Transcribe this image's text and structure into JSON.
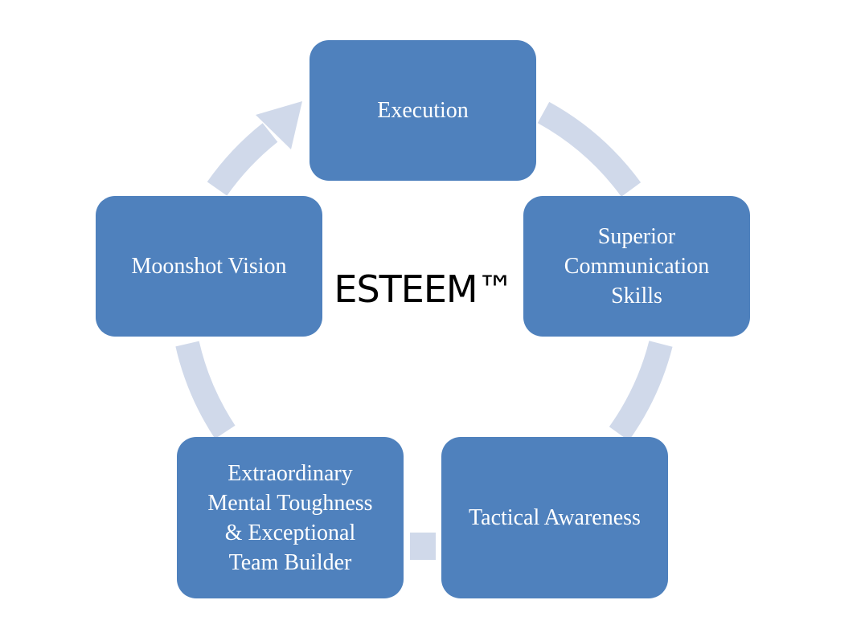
{
  "diagram": {
    "center_label": "ESTEEM™",
    "nodes": [
      {
        "label": "Execution"
      },
      {
        "label": "Superior\nCommunication\nSkills"
      },
      {
        "label": "Tactical Awareness"
      },
      {
        "label": "Extraordinary\nMental Toughness\n& Exceptional\nTeam Builder"
      },
      {
        "label": "Moonshot Vision"
      }
    ]
  },
  "colors": {
    "node_fill": "#4F81BD",
    "ring": "#D0D9EA",
    "node_text": "#FFFFFF",
    "center_text": "#000000"
  }
}
